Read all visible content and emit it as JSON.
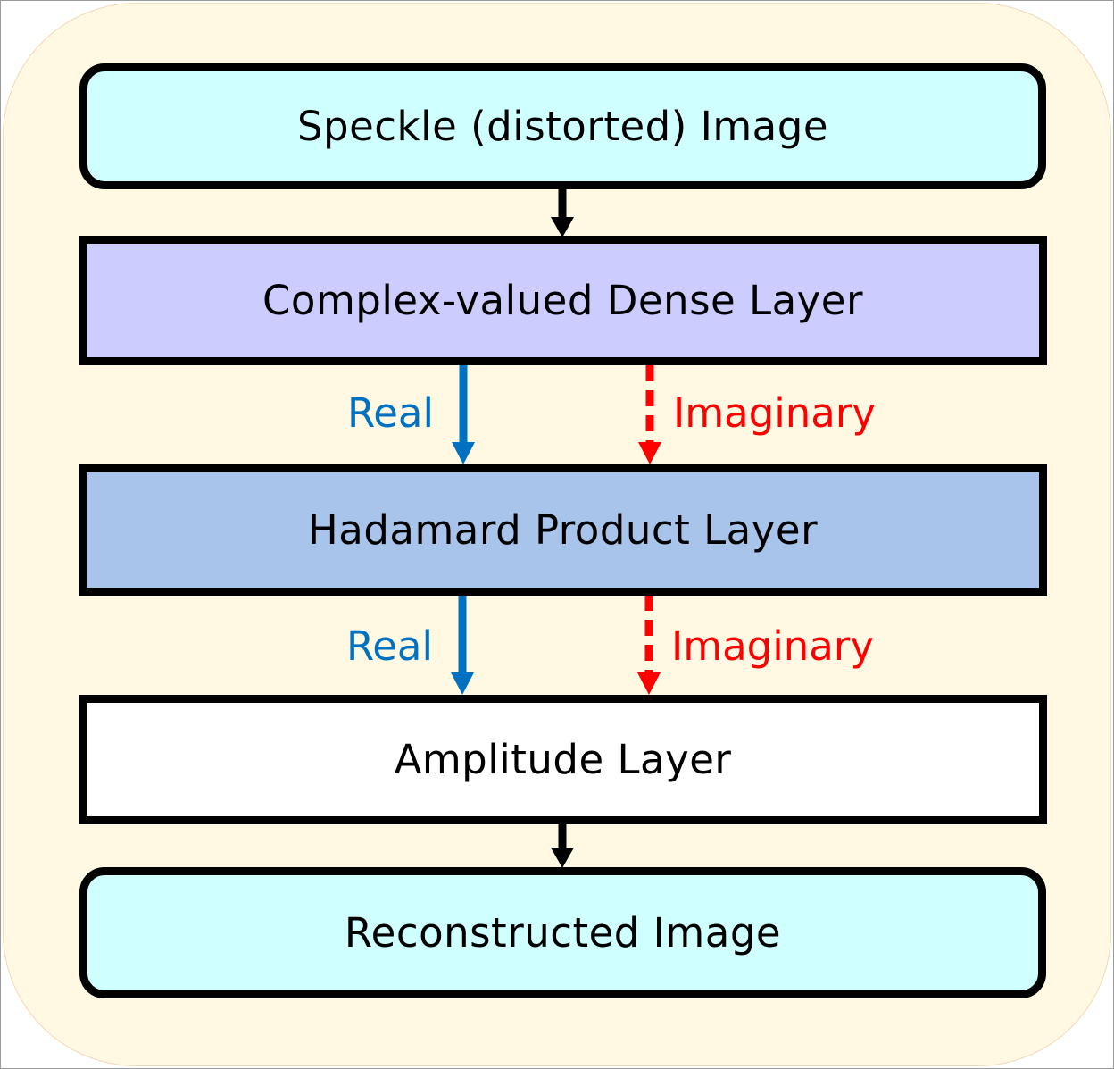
{
  "colors": {
    "panel_bg": "#fff8e2",
    "input_box": "#cfffff",
    "dense_box": "#ccccff",
    "hadamard_box": "#a8c4ea",
    "amplitude_box": "#ffffff",
    "output_box": "#cfffff",
    "real": "#0070c0",
    "imaginary": "#ff0000",
    "flow": "#000000"
  },
  "nodes": {
    "input": "Speckle (distorted) Image",
    "dense": "Complex-valued Dense Layer",
    "hadamard": "Hadamard Product Layer",
    "amplitude": "Amplitude Layer",
    "output": "Reconstructed Image"
  },
  "edges": {
    "dense_to_hadamard": {
      "real": "Real",
      "imaginary": "Imaginary"
    },
    "hadamard_to_amplitude": {
      "real": "Real",
      "imaginary": "Imaginary"
    }
  }
}
